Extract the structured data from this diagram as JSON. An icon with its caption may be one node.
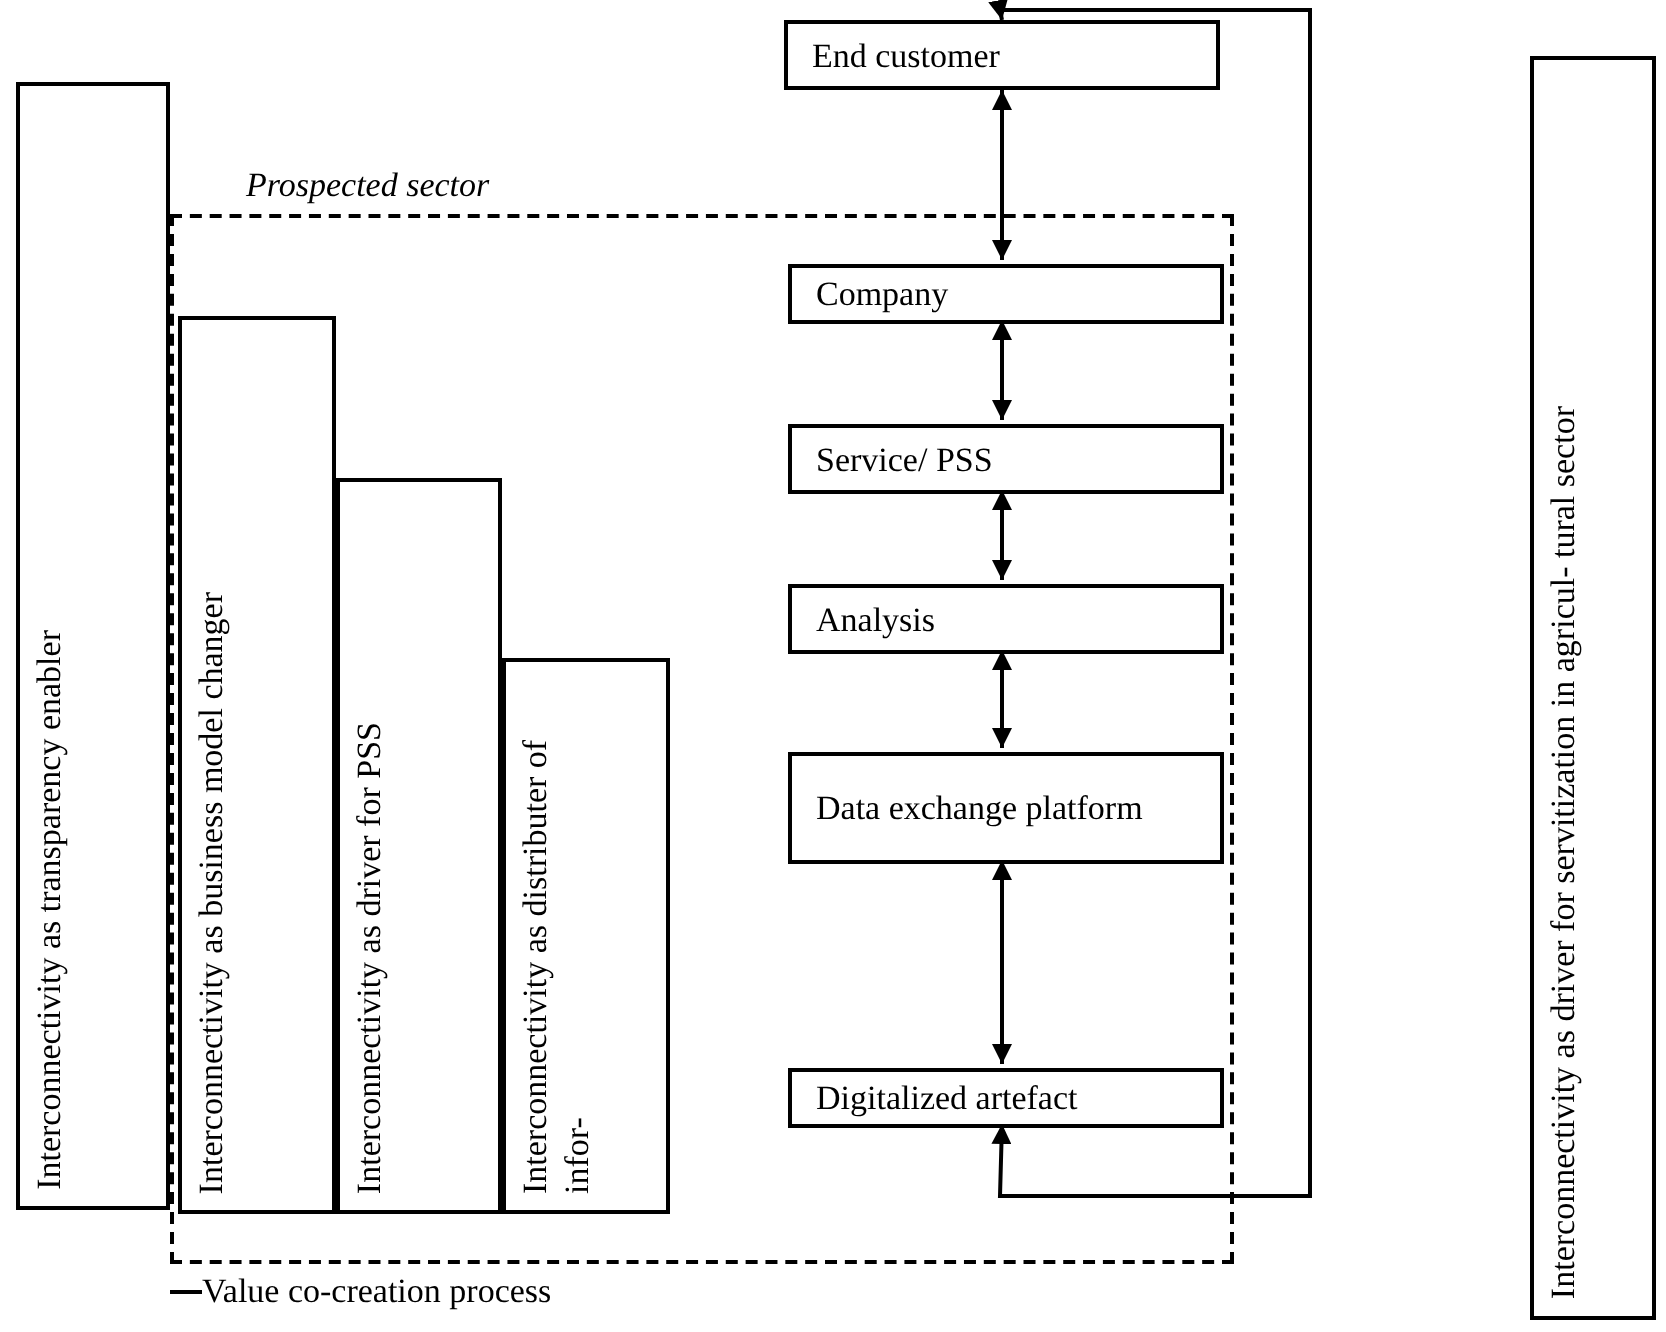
{
  "diagram": {
    "nodes": [
      {
        "text": [
          "Interconnectivity as transparency enabler"
        ]
      },
      {
        "text": [
          "Prospected sector"
        ]
      },
      {
        "text": [
          "Interconnectivity as business model changer"
        ],
        "in": 1
      },
      {
        "text": [
          "Interconnectivity as driver for PSS"
        ],
        "in": 1
      },
      {
        "text": [
          "Interconnectivity as distributer of infor-"
        ],
        "in": 1
      },
      {
        "text": [
          "End customer"
        ]
      },
      {
        "text": [
          "Company"
        ],
        "in": 1
      },
      {
        "text": [
          "Service/ PSS"
        ],
        "in": 1
      },
      {
        "text": [
          "Analysis"
        ],
        "in": 1
      },
      {
        "text": [
          "Data exchange platform"
        ],
        "in": 1
      },
      {
        "text": [
          "Digitalized artefact"
        ],
        "in": 1
      },
      {
        "text": [
          "Interconnectivity as driver for servitization in agricul- tural sector"
        ]
      }
    ],
    "edges": [
      {
        "from": 5,
        "to": 6,
        "arrow": "both"
      },
      {
        "from": 6,
        "to": 7,
        "arrow": "both"
      },
      {
        "from": 7,
        "to": 8,
        "arrow": "both"
      },
      {
        "from": 8,
        "to": 9,
        "arrow": "both"
      },
      {
        "from": 9,
        "to": 10,
        "arrow": "both"
      },
      {
        "from": 10,
        "to": 5,
        "arrow": "both"
      }
    ],
    "legend": [
      {
        "text": "Value co-creation process"
      }
    ]
  }
}
